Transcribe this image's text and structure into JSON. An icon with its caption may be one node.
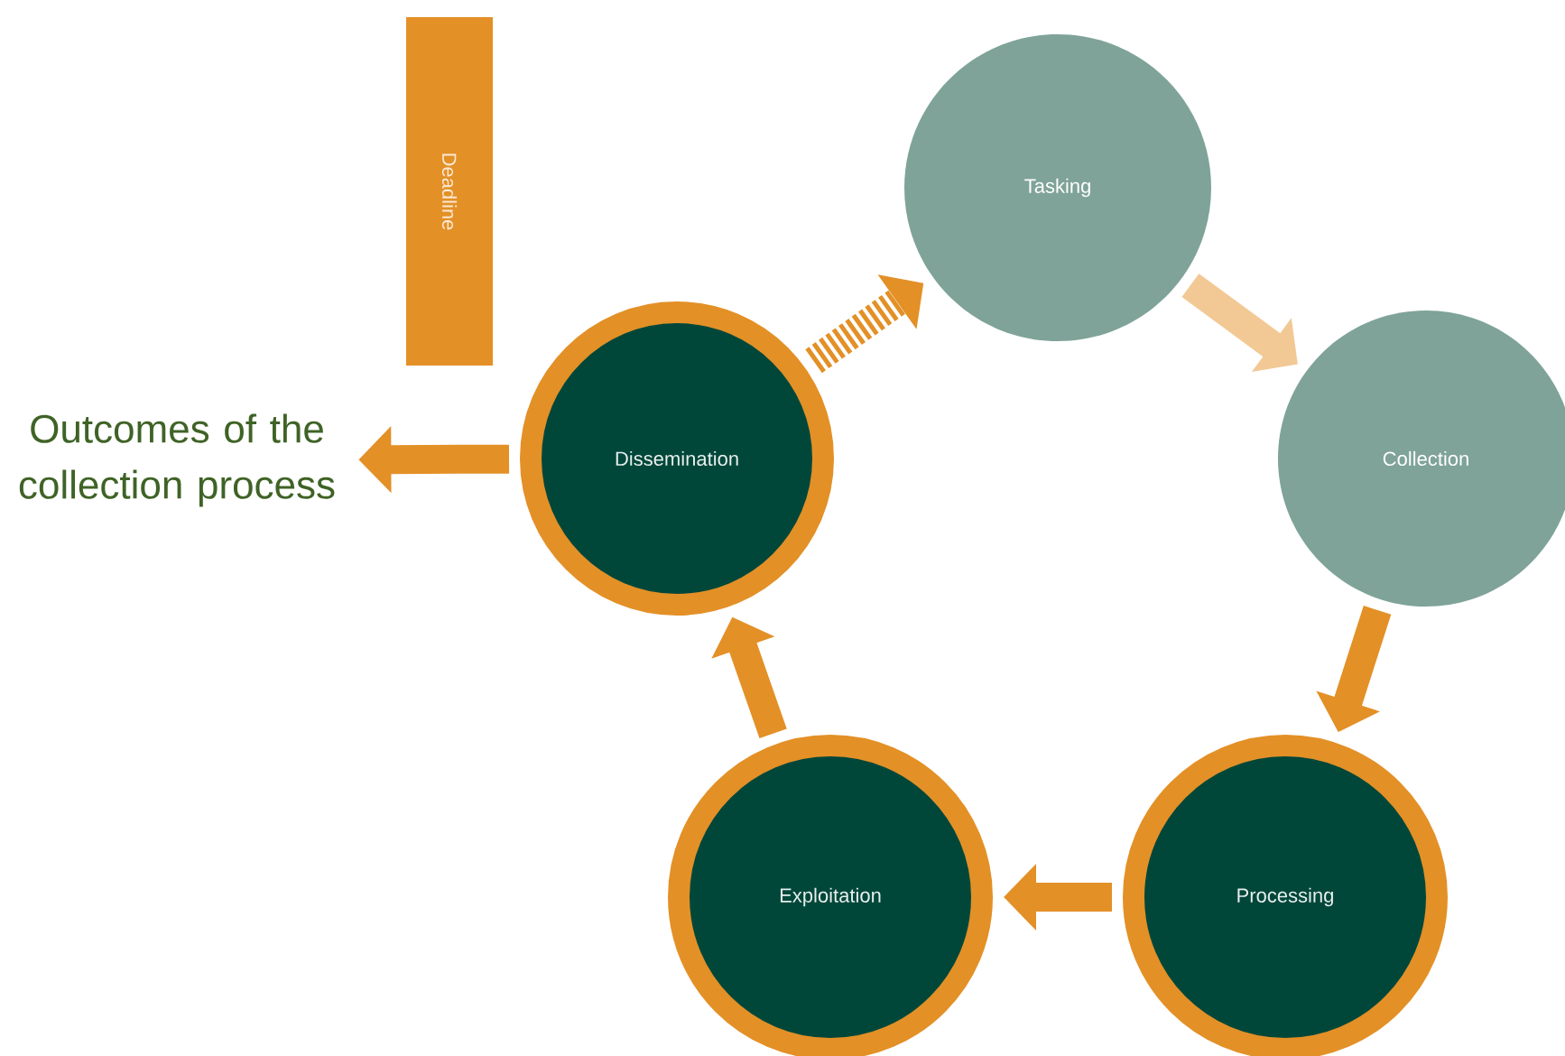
{
  "diagram": {
    "nodes": [
      {
        "text": [
          "Deadline"
        ]
      },
      {
        "text": [
          "Tasking"
        ]
      },
      {
        "text": [
          "Collection"
        ]
      },
      {
        "text": [
          "Processing"
        ]
      },
      {
        "text": [
          "Exploitation"
        ]
      },
      {
        "text": [
          "Dissemination"
        ]
      },
      {
        "text": [
          "Outcomes of the collection process"
        ]
      }
    ],
    "edges": [
      {
        "from": 5,
        "to": 1,
        "arrow": "to",
        "style": "dashed"
      },
      {
        "from": 1,
        "to": 2,
        "arrow": "to",
        "color": "#f2c894"
      },
      {
        "from": 2,
        "to": 3,
        "arrow": "to"
      },
      {
        "from": 3,
        "to": 4,
        "arrow": "to"
      },
      {
        "from": 4,
        "to": 5,
        "arrow": "to"
      },
      {
        "from": 5,
        "to": 6,
        "arrow": "to"
      }
    ]
  }
}
